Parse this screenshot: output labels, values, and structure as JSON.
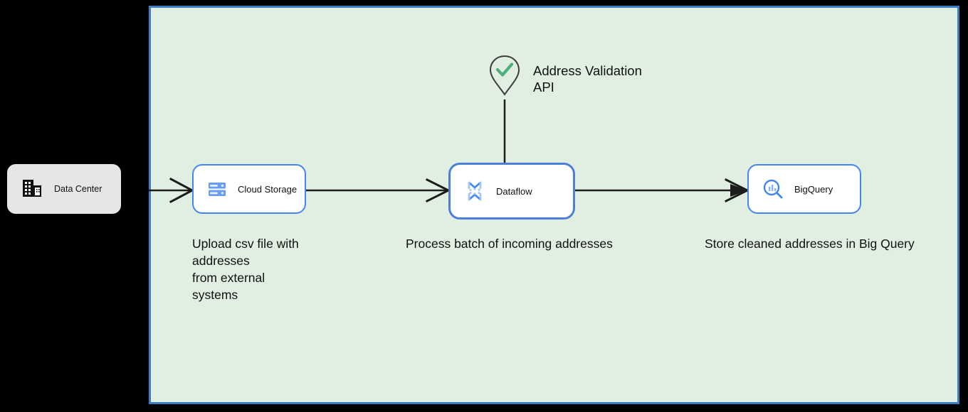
{
  "canvas": {
    "background_color": "#e1efe3",
    "border_color": "#3c7fc4"
  },
  "nodes": [
    {
      "id": "data-center",
      "label": "Data Center",
      "icon": "building-icon",
      "style": "grey-rounded",
      "fill_color": "#e6e6e6"
    },
    {
      "id": "cloud-storage",
      "label": "Cloud Storage",
      "icon": "cloud-storage-icon",
      "style": "white-rounded-blue-border",
      "border_color": "#4285f4",
      "selected": false
    },
    {
      "id": "dataflow",
      "label": "Dataflow",
      "icon": "dataflow-icon",
      "style": "white-rounded-blue-border",
      "border_color": "#4a80d8",
      "selected": true
    },
    {
      "id": "bigquery",
      "label": "BigQuery",
      "icon": "bigquery-icon",
      "style": "white-rounded-blue-border",
      "border_color": "#4285f4",
      "selected": false
    }
  ],
  "api_service": {
    "label": "Address Validation\nAPI",
    "icon": "map-pin-check-icon",
    "check_color": "#4caf7d",
    "pin_stroke_color": "#3d3d3d"
  },
  "captions": {
    "upload": "Upload csv file with\naddresses\nfrom external\nsystems",
    "process": "Process batch of incoming addresses",
    "store": "Store cleaned addresses in Big Query"
  },
  "connectors": [
    {
      "id": "datacenter-to-cloudstorage",
      "from": "data-center",
      "to": "cloud-storage",
      "arrowhead": "open"
    },
    {
      "id": "cloudstorage-to-dataflow",
      "from": "cloud-storage",
      "to": "dataflow",
      "arrowhead": "open"
    },
    {
      "id": "dataflow-to-bigquery",
      "from": "dataflow",
      "to": "bigquery",
      "arrowhead": "filled"
    },
    {
      "id": "api-to-dataflow",
      "from": "api_service",
      "to": "dataflow",
      "arrowhead": "none"
    }
  ]
}
